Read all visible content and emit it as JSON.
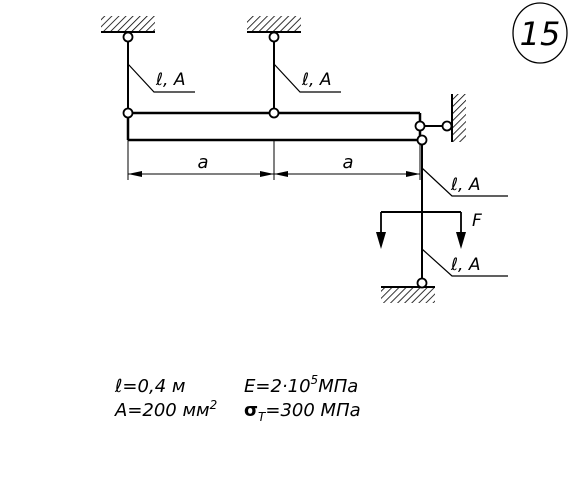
{
  "problem_number": "15",
  "rods": [
    {
      "id": "left-top-rod",
      "label": "ℓ, A"
    },
    {
      "id": "mid-top-rod",
      "label": "ℓ, A"
    },
    {
      "id": "right-upper-rod",
      "label": "ℓ, A"
    },
    {
      "id": "right-lower-rod",
      "label": "ℓ, A"
    }
  ],
  "dimensions": [
    {
      "label": "a"
    },
    {
      "label": "a"
    }
  ],
  "force": {
    "label": "F"
  },
  "given": {
    "length": "ℓ=0,4 м",
    "area_prefix": "A=200 мм",
    "area_exp": "2",
    "modulus_prefix": "E=2·10",
    "modulus_exp": "5",
    "modulus_unit": "МПа",
    "yield_symbol": "σ",
    "yield_sub": "T",
    "yield_value": "=300 МПа"
  }
}
